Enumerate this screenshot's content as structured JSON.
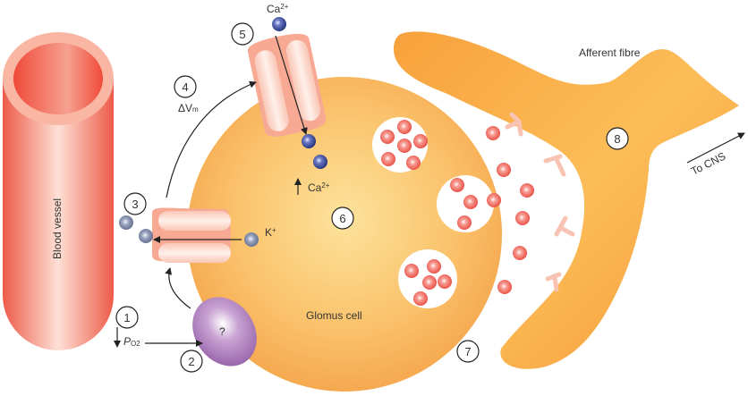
{
  "title": "Carotid body glomus cell oxygen sensing",
  "colors": {
    "vessel": "#f0614f",
    "vessel_light": "#fbd2c4",
    "cell": "#f7a94a",
    "cell_light": "#fde19a",
    "fibre": "#f8a340",
    "channel": "#f7b3a0",
    "channel_light": "#fde3d8",
    "ion_blue": "#3b4d9a",
    "ion_grey": "#7e8aa8",
    "vesicle_ball": "#f0584a",
    "sensor": "#a777b7",
    "receptor": "#f9c3b3"
  },
  "labels": {
    "blood_vessel": "Blood vessel",
    "glomus_cell": "Glomus cell",
    "afferent_fibre": "Afferent fibre",
    "to_cns": "To CNS",
    "delta_vm": "ΔV",
    "delta_vm_sub": "m",
    "po2_p": "P",
    "po2_sub": "O2",
    "po2_arrow": "↓",
    "ca_top": "Ca",
    "ca_top_sup": "2+",
    "ca_inner": "Ca",
    "ca_inner_sup": "2+",
    "k_plus": "K",
    "k_plus_sup": "+",
    "sensor_question": "?"
  },
  "steps": [
    "1",
    "2",
    "3",
    "4",
    "5",
    "6",
    "7",
    "8"
  ]
}
